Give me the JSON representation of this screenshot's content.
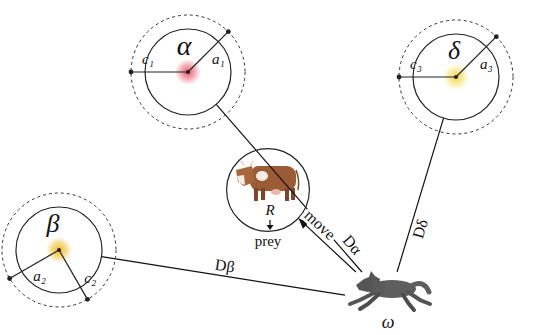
{
  "diagram": {
    "nodes": [
      {
        "text": [
          "α",
          "a₁",
          "c₁"
        ]
      },
      {
        "text": [
          "δ",
          "a₃",
          "c₃"
        ]
      },
      {
        "text": [
          "R",
          "prey"
        ]
      },
      {
        "text": [
          "β",
          "a₂",
          "c₂"
        ]
      },
      {
        "text": [
          "ω"
        ]
      }
    ],
    "edges": [
      {
        "from": 4,
        "to": 0,
        "arrow": "none",
        "label": "Dα"
      },
      {
        "from": 4,
        "to": 3,
        "arrow": "none",
        "label": "Dβ"
      },
      {
        "from": 4,
        "to": 1,
        "arrow": "none",
        "label": "Dδ"
      },
      {
        "from": 4,
        "to": 2,
        "arrow": "to",
        "label": "move"
      }
    ]
  }
}
